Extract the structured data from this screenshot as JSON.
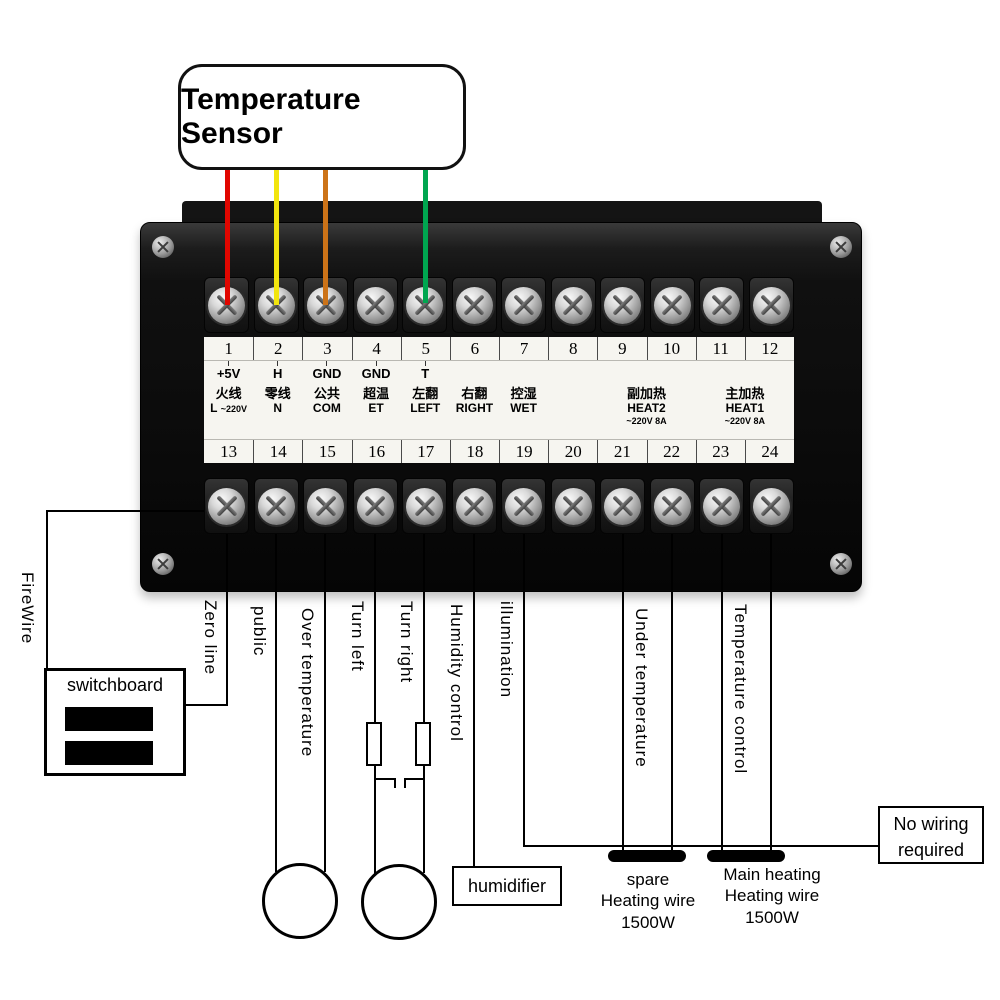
{
  "sensor": {
    "label": "Temperature Sensor"
  },
  "colors": {
    "wire_red": "#e10600",
    "wire_yellow": "#f2e50e",
    "wire_orange": "#cc7318",
    "wire_green": "#00a650"
  },
  "strip": {
    "top_numbers": [
      "1",
      "2",
      "3",
      "4",
      "5",
      "6",
      "7",
      "8",
      "9",
      "10",
      "11",
      "12"
    ],
    "pin_labels": {
      "p1": "+5V",
      "p2": "H",
      "p3": "GND",
      "p4": "GND",
      "p5": "T"
    },
    "functions": {
      "f13_cn": "火线",
      "f13_en": "L",
      "f13_sub": "~220V",
      "f14_cn": "零线",
      "f14_en": "N",
      "f15_cn": "公共",
      "f15_en": "COM",
      "f16_cn": "超温",
      "f16_en": "ET",
      "f17_cn": "左翻",
      "f17_en": "LEFT",
      "f18_cn": "右翻",
      "f18_en": "RIGHT",
      "f19_cn": "控湿",
      "f19_en": "WET",
      "heat2_cn": "副加热",
      "heat2_en": "HEAT2",
      "heat2_sub": "~220V 8A",
      "heat1_cn": "主加热",
      "heat1_en": "HEAT1",
      "heat1_sub": "~220V 8A"
    },
    "bottom_numbers": [
      "13",
      "14",
      "15",
      "16",
      "17",
      "18",
      "19",
      "20",
      "21",
      "22",
      "23",
      "24"
    ]
  },
  "wire_labels": {
    "firewire": "FireWire",
    "zero_line": "Zero line",
    "public": "public",
    "over_temperature": "Over temperature",
    "turn_left": "Turn left",
    "turn_right": "Turn right",
    "humidity_control": "Humidity control",
    "illumination": "illumination",
    "under_temperature": "Under temperature",
    "temperature_control": "Temperature control"
  },
  "switchboard": {
    "label": "switchboard"
  },
  "humidifier": {
    "label": "humidifier"
  },
  "no_wiring": {
    "line1": "No wiring",
    "line2": "required"
  },
  "spare_heater": {
    "line1": "spare",
    "line2": "Heating wire",
    "line3": "1500W"
  },
  "main_heater": {
    "line1": "Main heating",
    "line2": "Heating wire",
    "line3": "1500W"
  }
}
